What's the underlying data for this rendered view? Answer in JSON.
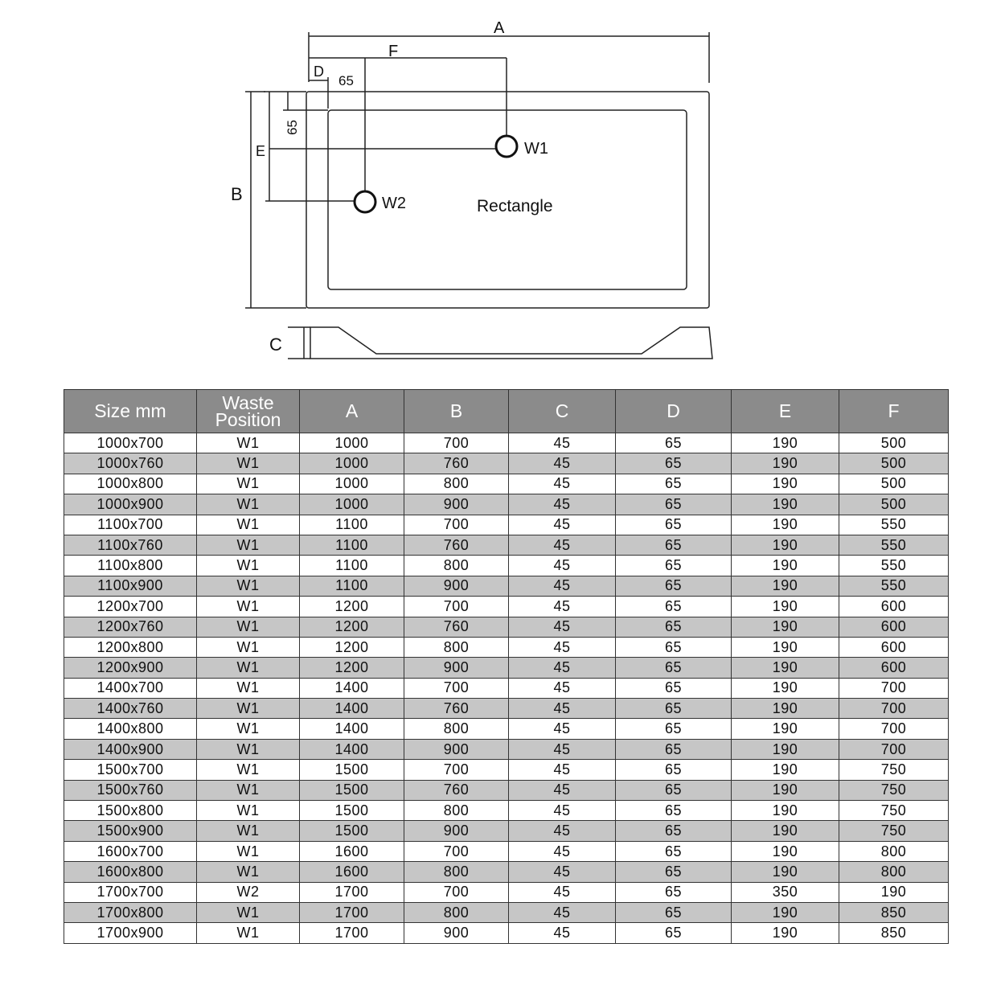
{
  "diagram": {
    "shape_label": "Rectangle",
    "dim_labels": {
      "A": "A",
      "B": "B",
      "C": "C",
      "D": "D",
      "E": "E",
      "F": "F",
      "D_value": "65",
      "E_offset_value": "65"
    },
    "waste_labels": {
      "w1": "W1",
      "w2": "W2"
    }
  },
  "table": {
    "headers": [
      "Size mm",
      "Waste Position",
      "A",
      "B",
      "C",
      "D",
      "E",
      "F"
    ],
    "rows": [
      [
        "1000x700",
        "W1",
        "1000",
        "700",
        "45",
        "65",
        "190",
        "500"
      ],
      [
        "1000x760",
        "W1",
        "1000",
        "760",
        "45",
        "65",
        "190",
        "500"
      ],
      [
        "1000x800",
        "W1",
        "1000",
        "800",
        "45",
        "65",
        "190",
        "500"
      ],
      [
        "1000x900",
        "W1",
        "1000",
        "900",
        "45",
        "65",
        "190",
        "500"
      ],
      [
        "1100x700",
        "W1",
        "1100",
        "700",
        "45",
        "65",
        "190",
        "550"
      ],
      [
        "1100x760",
        "W1",
        "1100",
        "760",
        "45",
        "65",
        "190",
        "550"
      ],
      [
        "1100x800",
        "W1",
        "1100",
        "800",
        "45",
        "65",
        "190",
        "550"
      ],
      [
        "1100x900",
        "W1",
        "1100",
        "900",
        "45",
        "65",
        "190",
        "550"
      ],
      [
        "1200x700",
        "W1",
        "1200",
        "700",
        "45",
        "65",
        "190",
        "600"
      ],
      [
        "1200x760",
        "W1",
        "1200",
        "760",
        "45",
        "65",
        "190",
        "600"
      ],
      [
        "1200x800",
        "W1",
        "1200",
        "800",
        "45",
        "65",
        "190",
        "600"
      ],
      [
        "1200x900",
        "W1",
        "1200",
        "900",
        "45",
        "65",
        "190",
        "600"
      ],
      [
        "1400x700",
        "W1",
        "1400",
        "700",
        "45",
        "65",
        "190",
        "700"
      ],
      [
        "1400x760",
        "W1",
        "1400",
        "760",
        "45",
        "65",
        "190",
        "700"
      ],
      [
        "1400x800",
        "W1",
        "1400",
        "800",
        "45",
        "65",
        "190",
        "700"
      ],
      [
        "1400x900",
        "W1",
        "1400",
        "900",
        "45",
        "65",
        "190",
        "700"
      ],
      [
        "1500x700",
        "W1",
        "1500",
        "700",
        "45",
        "65",
        "190",
        "750"
      ],
      [
        "1500x760",
        "W1",
        "1500",
        "760",
        "45",
        "65",
        "190",
        "750"
      ],
      [
        "1500x800",
        "W1",
        "1500",
        "800",
        "45",
        "65",
        "190",
        "750"
      ],
      [
        "1500x900",
        "W1",
        "1500",
        "900",
        "45",
        "65",
        "190",
        "750"
      ],
      [
        "1600x700",
        "W1",
        "1600",
        "700",
        "45",
        "65",
        "190",
        "800"
      ],
      [
        "1600x800",
        "W1",
        "1600",
        "800",
        "45",
        "65",
        "190",
        "800"
      ],
      [
        "1700x700",
        "W2",
        "1700",
        "700",
        "45",
        "65",
        "350",
        "190"
      ],
      [
        "1700x800",
        "W1",
        "1700",
        "800",
        "45",
        "65",
        "190",
        "850"
      ],
      [
        "1700x900",
        "W1",
        "1700",
        "900",
        "45",
        "65",
        "190",
        "850"
      ]
    ]
  }
}
